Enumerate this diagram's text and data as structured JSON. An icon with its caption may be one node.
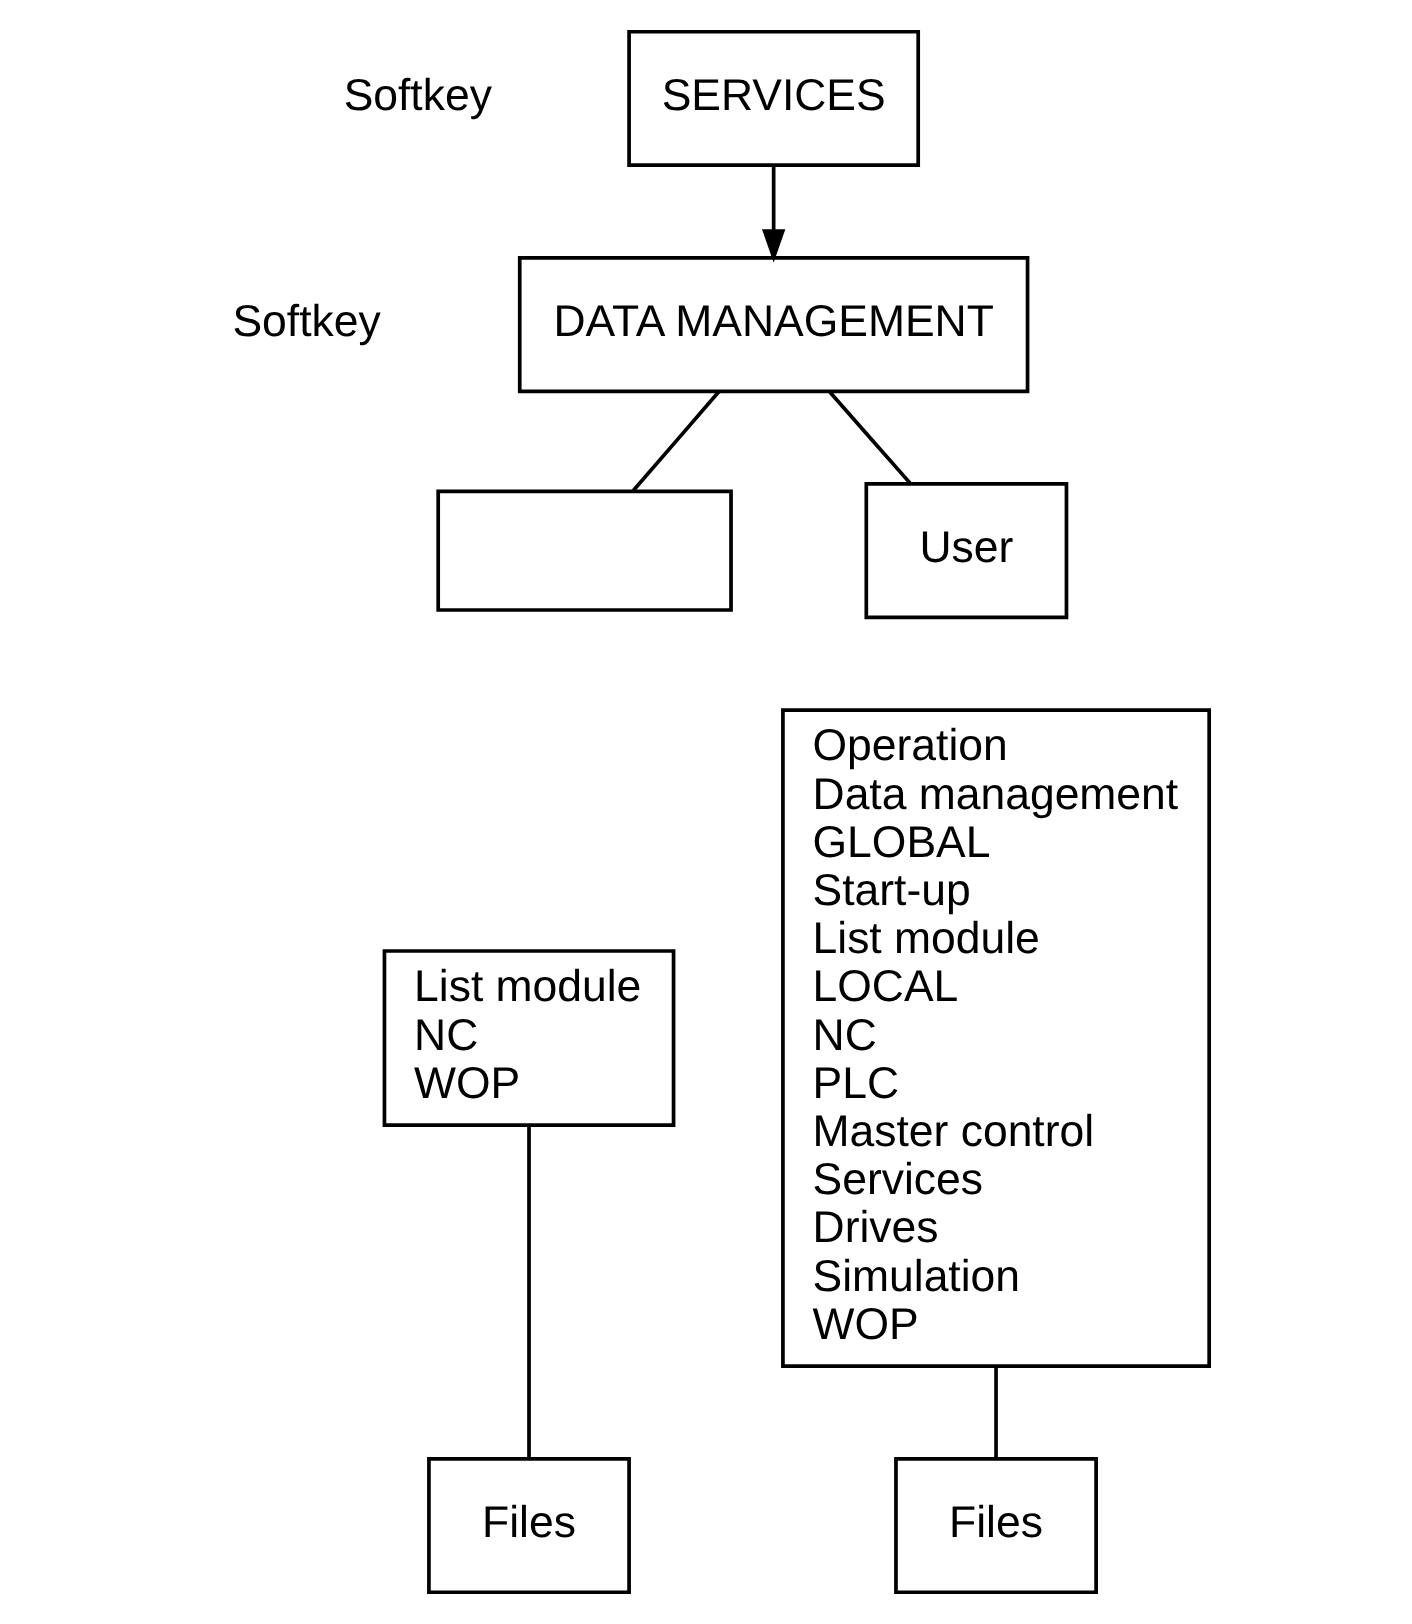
{
  "diagram": {
    "nodes": [
      {
        "text": [
          "SERVICES"
        ]
      },
      {
        "text": [
          "DATA MANAGEMENT"
        ]
      },
      {
        "text": [],
        "shape": "box"
      },
      {
        "text": [
          "List module",
          "NC",
          "WOP"
        ]
      },
      {
        "text": [
          "Files"
        ]
      },
      {
        "text": [
          "User"
        ]
      },
      {
        "text": [
          "Operation",
          "Data management",
          "GLOBAL",
          "Start-up",
          "List module",
          "LOCAL",
          "NC",
          "PLC",
          "Master control",
          "Services",
          "Drives",
          "Simulation",
          "WOP"
        ]
      },
      {
        "text": [
          "Files"
        ]
      }
    ],
    "edges": [
      {
        "from": 0,
        "to": 1,
        "arrow": "to"
      },
      {
        "from": 1,
        "to": 2,
        "arrow": "none"
      },
      {
        "from": 1,
        "to": 5,
        "arrow": "none"
      },
      {
        "from": 3,
        "to": 4,
        "arrow": "none"
      },
      {
        "from": 6,
        "to": 7,
        "arrow": "none"
      }
    ],
    "labels": [
      "Softkey",
      "Softkey"
    ]
  }
}
